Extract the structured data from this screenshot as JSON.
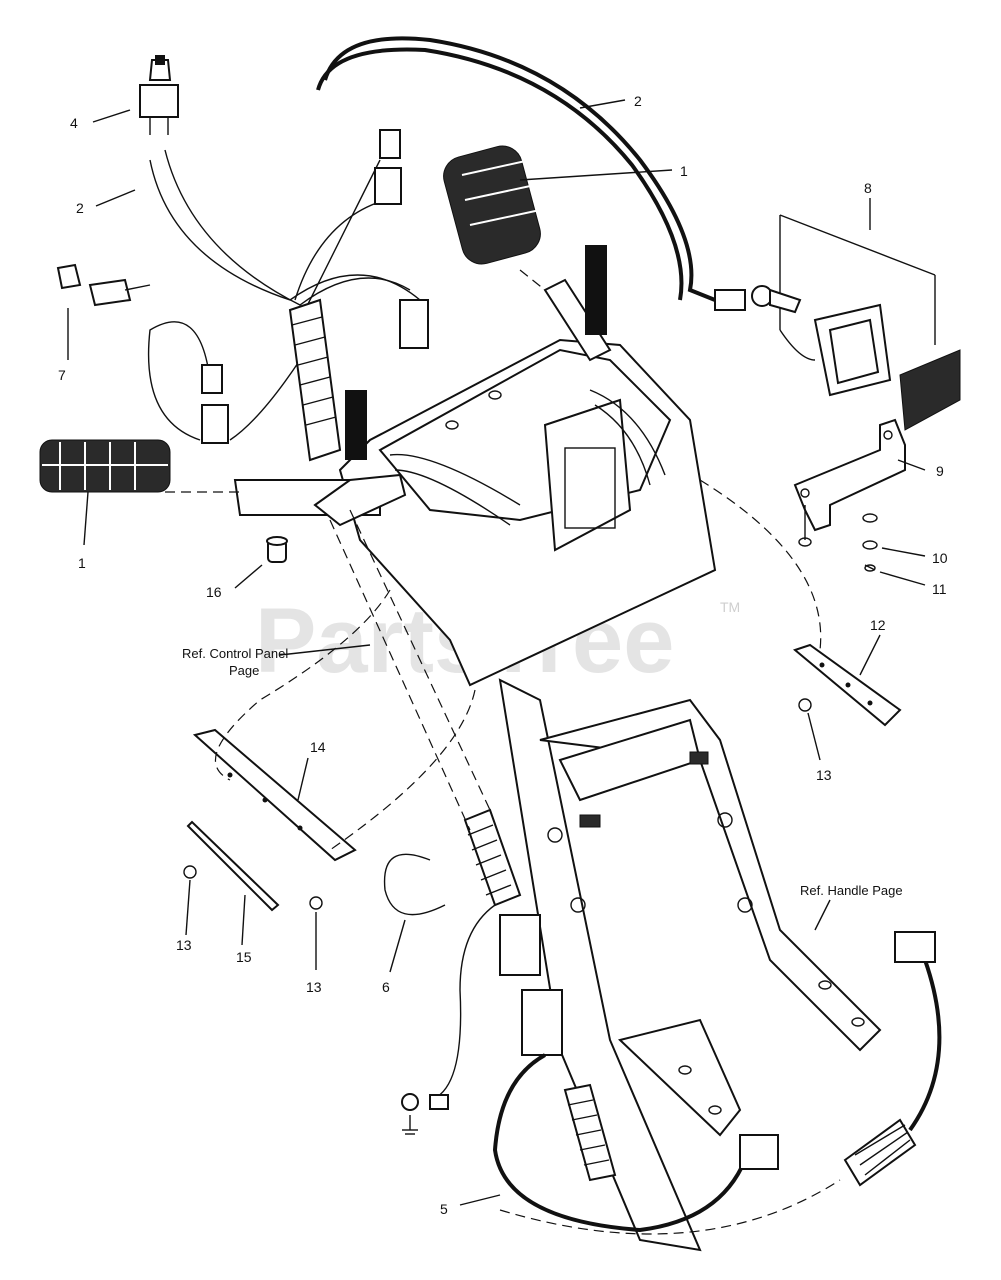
{
  "watermark": {
    "text": "PartsTree",
    "tm": "TM"
  },
  "labels": {
    "l1_top": "1",
    "l1_left": "1",
    "l2_top": "2",
    "l2_left": "2",
    "l4": "4",
    "l5": "5",
    "l6": "6",
    "l7": "7",
    "l8": "8",
    "l9": "9",
    "l10": "10",
    "l11": "11",
    "l12": "12",
    "l13_right": "13",
    "l13_left": "13",
    "l13_mid": "13",
    "l14": "14",
    "l15": "15",
    "l16": "16"
  },
  "refs": {
    "control_panel_line1": "Ref. Control Panel",
    "control_panel_line2": "Page",
    "handle_page": "Ref. Handle Page"
  }
}
